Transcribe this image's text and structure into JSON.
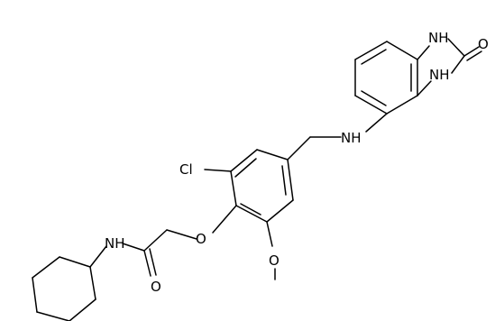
{
  "labels": {
    "nh_top": "NH",
    "nh_bottom": "NH",
    "oxo": "O",
    "amine_nh": "NH",
    "chloro": "Cl",
    "ether_o": "O",
    "methoxy_o": "O",
    "amide_nh": "NH",
    "carbonyl_o": "O"
  }
}
